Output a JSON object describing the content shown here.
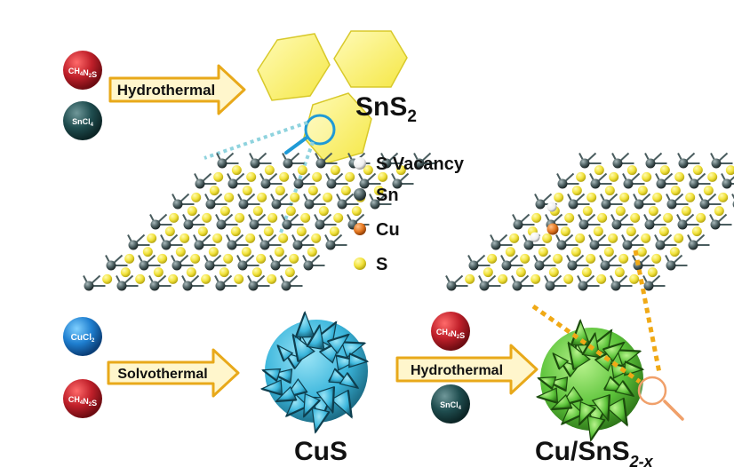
{
  "colors": {
    "sulfur": "#f2e23a",
    "tin": "#4a5d5f",
    "copper": "#e3761f",
    "vacancy": "#f2f2f2",
    "arrow_fill": "#fff6cc",
    "arrow_stroke": "#e8a91a",
    "reagent_red": "#c0202a",
    "reagent_teal": "#1f4d4f",
    "reagent_blue": "#1f7fd0",
    "cus": "#3bb6dc",
    "cu_sns2": "#5cc33a",
    "hexagon": "#fbf36a",
    "dotted_blue": "#8fd3de",
    "dotted_orange": "#f0a916"
  },
  "reagents": {
    "thiourea": "CH4N2S",
    "tin_chloride": "SnCl4",
    "copper_chloride": "CuCl2"
  },
  "processes": {
    "top": "Hydrothermal",
    "bottom_left": "Solvothermal",
    "bottom_right": "Hydrothermal"
  },
  "products": {
    "sns2": {
      "base": "SnS",
      "sub": "2"
    },
    "cus": "CuS",
    "cu_sns2x": {
      "base": "Cu/SnS",
      "sub": "2-x"
    }
  },
  "legend": [
    {
      "label": "S Vacancy",
      "color_key": "vacancy"
    },
    {
      "label": "Sn",
      "color_key": "tin"
    },
    {
      "label": "Cu",
      "color_key": "copper"
    },
    {
      "label": "S",
      "color_key": "sulfur"
    }
  ],
  "icons": {
    "magnifier_top": "magnifier-icon",
    "magnifier_bottom": "magnifier-icon"
  }
}
